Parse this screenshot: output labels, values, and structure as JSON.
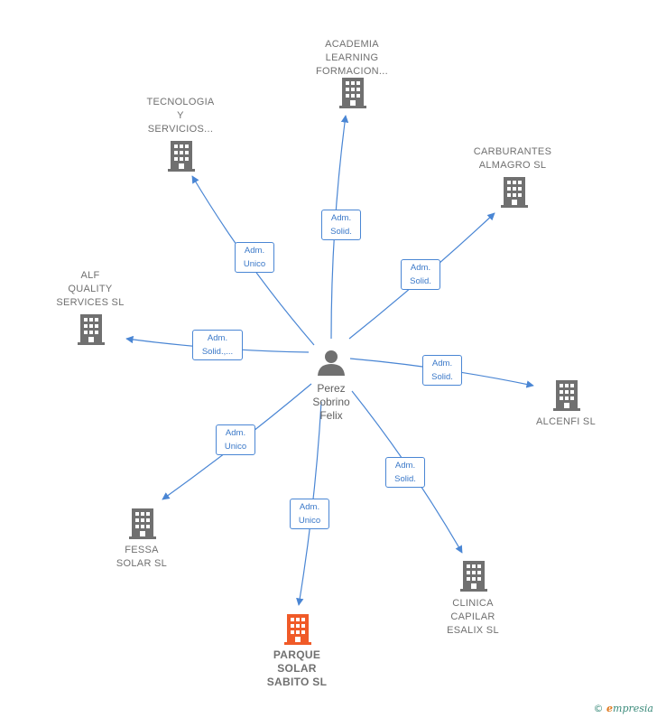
{
  "colors": {
    "edge": "#4a86d4",
    "building": "#707070",
    "building_highlight": "#f05a28",
    "person": "#707070"
  },
  "center": {
    "name": "Perez\nSobrino\nFelix",
    "icon": "person-icon"
  },
  "nodes": [
    {
      "id": "academia",
      "label": "ACADEMIA\nLEARNING\nFORMACION...",
      "role": "Adm.\nSolid.",
      "highlight": false
    },
    {
      "id": "tecnologia",
      "label": "TECNOLOGIA\nY\nSERVICIOS...",
      "role": "Adm.\nUnico",
      "highlight": false
    },
    {
      "id": "carburantes",
      "label": "CARBURANTES\nALMAGRO  SL",
      "role": "Adm.\nSolid.",
      "highlight": false
    },
    {
      "id": "alf",
      "label": "ALF\nQUALITY\nSERVICES  SL",
      "role": "Adm.\nSolid.,...",
      "highlight": false
    },
    {
      "id": "alcenfi",
      "label": "ALCENFI  SL",
      "role": "Adm.\nSolid.",
      "highlight": false
    },
    {
      "id": "fessa",
      "label": "FESSA\nSOLAR  SL",
      "role": "Adm.\nUnico",
      "highlight": false
    },
    {
      "id": "clinica",
      "label": "CLINICA\nCAPILAR\nESALIX  SL",
      "role": "Adm.\nSolid.",
      "highlight": false
    },
    {
      "id": "parque",
      "label": "PARQUE\nSOLAR\nSABITO  SL",
      "role": "Adm.\nUnico",
      "highlight": true
    }
  ],
  "footer": {
    "copyright": "©",
    "brand_initial": "e",
    "brand_rest": "mpresia"
  }
}
